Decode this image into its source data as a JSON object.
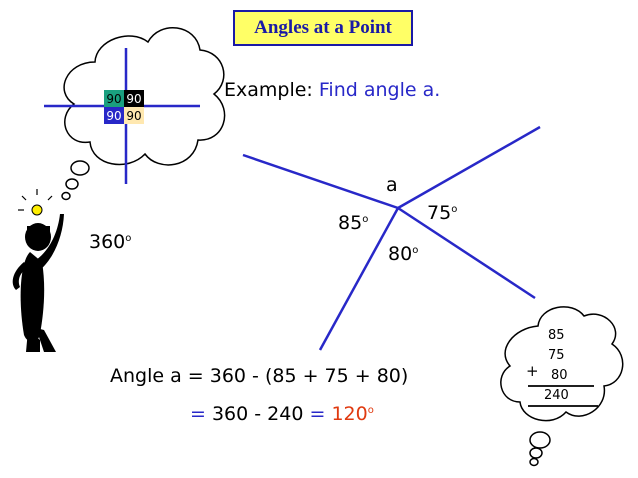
{
  "title": "Angles at a Point",
  "example": {
    "prefix": "Example:",
    "task": "Find angle a."
  },
  "diagram": {
    "angle_a_label": "a",
    "angle_85": "85",
    "angle_75": "75",
    "angle_80": "80",
    "degree_mark": "o"
  },
  "full_turn": {
    "value": "360",
    "degree_mark": "o"
  },
  "grid_cells": [
    "90",
    "90",
    "90",
    "90"
  ],
  "equation": {
    "line1": "Angle a = 360 - (85 + 75 + 80)",
    "eq_sign": "=",
    "calc": "360 - 240",
    "eq_sign2": "=",
    "result": "120",
    "degree_mark": "o"
  },
  "sum_bubble": {
    "n1": "85",
    "n2": "75",
    "n3": "80",
    "plus": "+",
    "total": "240"
  },
  "colors": {
    "lines": "#2828c8",
    "title_bg": "#ffff66",
    "result": "#e03a10",
    "bulb": "#ffee00"
  }
}
